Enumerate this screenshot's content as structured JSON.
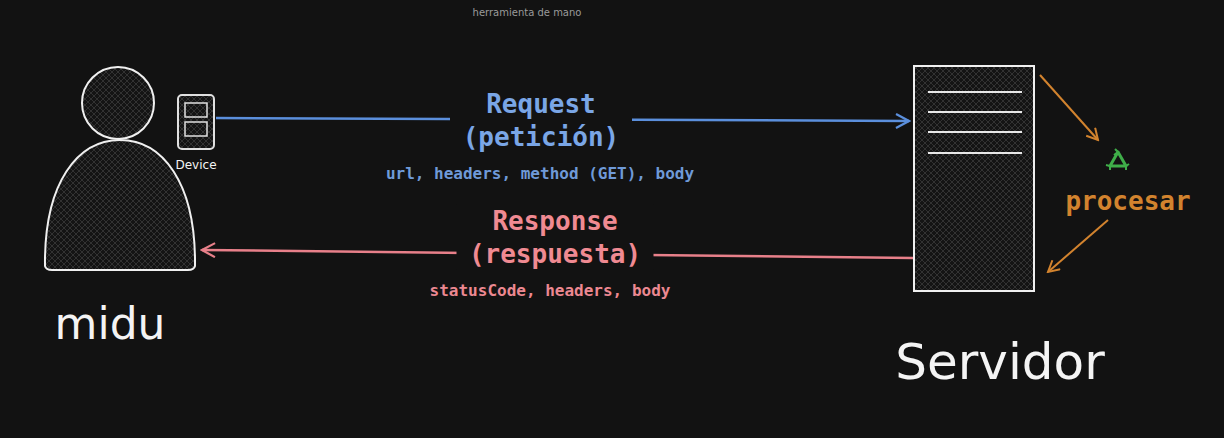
{
  "diagram": {
    "nodes": [
      {
        "text": [
          "midu"
        ]
      },
      {
        "text": [
          "Device"
        ]
      },
      {
        "text": [
          "Servidor"
        ]
      }
    ],
    "edges": [
      {
        "from": 1,
        "to": 2,
        "arrow": "to",
        "label": "Request (petición)"
      },
      {
        "from": 2,
        "to": 0,
        "arrow": "to",
        "label": "Response (respuesta)"
      }
    ],
    "labels": [
      "herramienta de mano",
      "url, headers, method (GET), body",
      "statusCode, headers, body",
      "procesar"
    ]
  }
}
